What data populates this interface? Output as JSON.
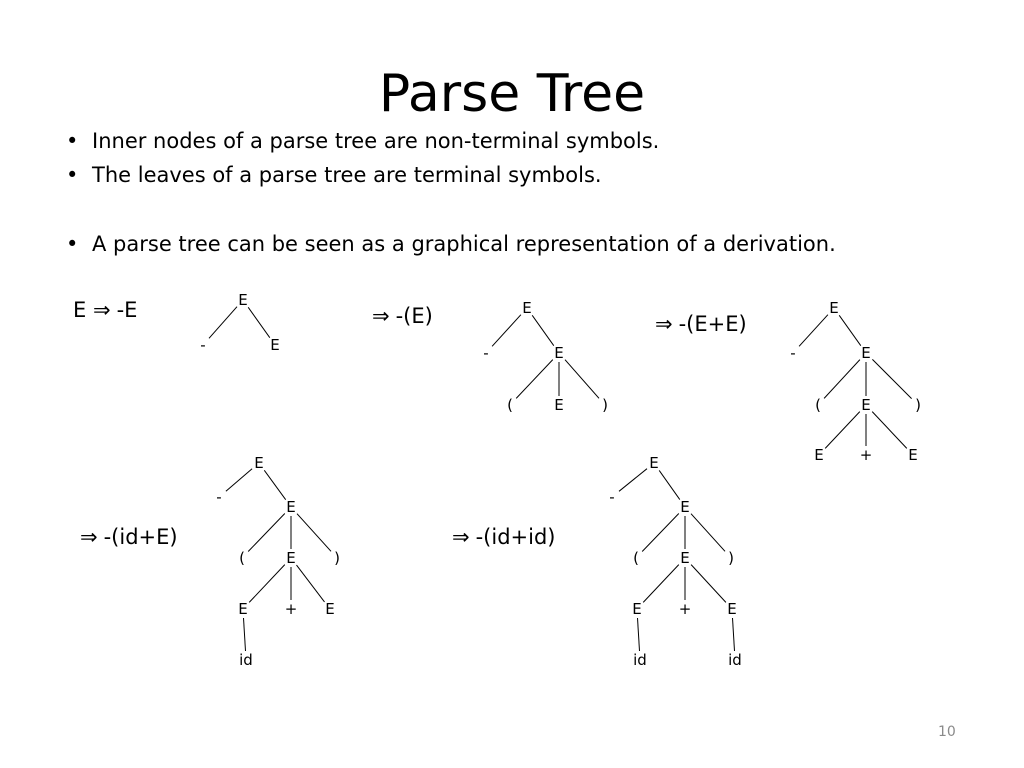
{
  "slide": {
    "title": "Parse Tree",
    "bullets": [
      "Inner nodes of a parse tree are non-terminal symbols.",
      "The leaves of a parse tree are terminal symbols.",
      "A parse tree can be seen as a graphical representation of a derivation."
    ],
    "arrow_symbol": "⇒",
    "steps": [
      {
        "start": "E",
        "form": "-E"
      },
      {
        "form": "-(E)"
      },
      {
        "form": "-(E+E)"
      },
      {
        "form": "-(id+E)"
      },
      {
        "form": "-(id+id)"
      }
    ],
    "page_number": "10"
  },
  "trees": [
    {
      "nodes": [
        {
          "label": "E"
        },
        {
          "label": "-",
          "parent": 0
        },
        {
          "label": "E",
          "parent": 0
        }
      ]
    },
    {
      "nodes": [
        {
          "label": "E"
        },
        {
          "label": "-",
          "parent": 0
        },
        {
          "label": "E",
          "parent": 0
        },
        {
          "label": "(",
          "parent": 2
        },
        {
          "label": "E",
          "parent": 2
        },
        {
          "label": ")",
          "parent": 2
        }
      ]
    },
    {
      "nodes": [
        {
          "label": "E"
        },
        {
          "label": "-",
          "parent": 0
        },
        {
          "label": "E",
          "parent": 0
        },
        {
          "label": "(",
          "parent": 2
        },
        {
          "label": "E",
          "parent": 2
        },
        {
          "label": ")",
          "parent": 2
        },
        {
          "label": "E",
          "parent": 4
        },
        {
          "label": "+",
          "parent": 4
        },
        {
          "label": "E",
          "parent": 4
        }
      ]
    },
    {
      "nodes": [
        {
          "label": "E"
        },
        {
          "label": "-",
          "parent": 0
        },
        {
          "label": "E",
          "parent": 0
        },
        {
          "label": "(",
          "parent": 2
        },
        {
          "label": "E",
          "parent": 2
        },
        {
          "label": ")",
          "parent": 2
        },
        {
          "label": "E",
          "parent": 4
        },
        {
          "label": "+",
          "parent": 4
        },
        {
          "label": "E",
          "parent": 4
        },
        {
          "label": "id",
          "parent": 6
        }
      ]
    },
    {
      "nodes": [
        {
          "label": "E"
        },
        {
          "label": "-",
          "parent": 0
        },
        {
          "label": "E",
          "parent": 0
        },
        {
          "label": "(",
          "parent": 2
        },
        {
          "label": "E",
          "parent": 2
        },
        {
          "label": ")",
          "parent": 2
        },
        {
          "label": "E",
          "parent": 4
        },
        {
          "label": "+",
          "parent": 4
        },
        {
          "label": "E",
          "parent": 4
        },
        {
          "label": "id",
          "parent": 6
        },
        {
          "label": "id",
          "parent": 8
        }
      ]
    }
  ]
}
